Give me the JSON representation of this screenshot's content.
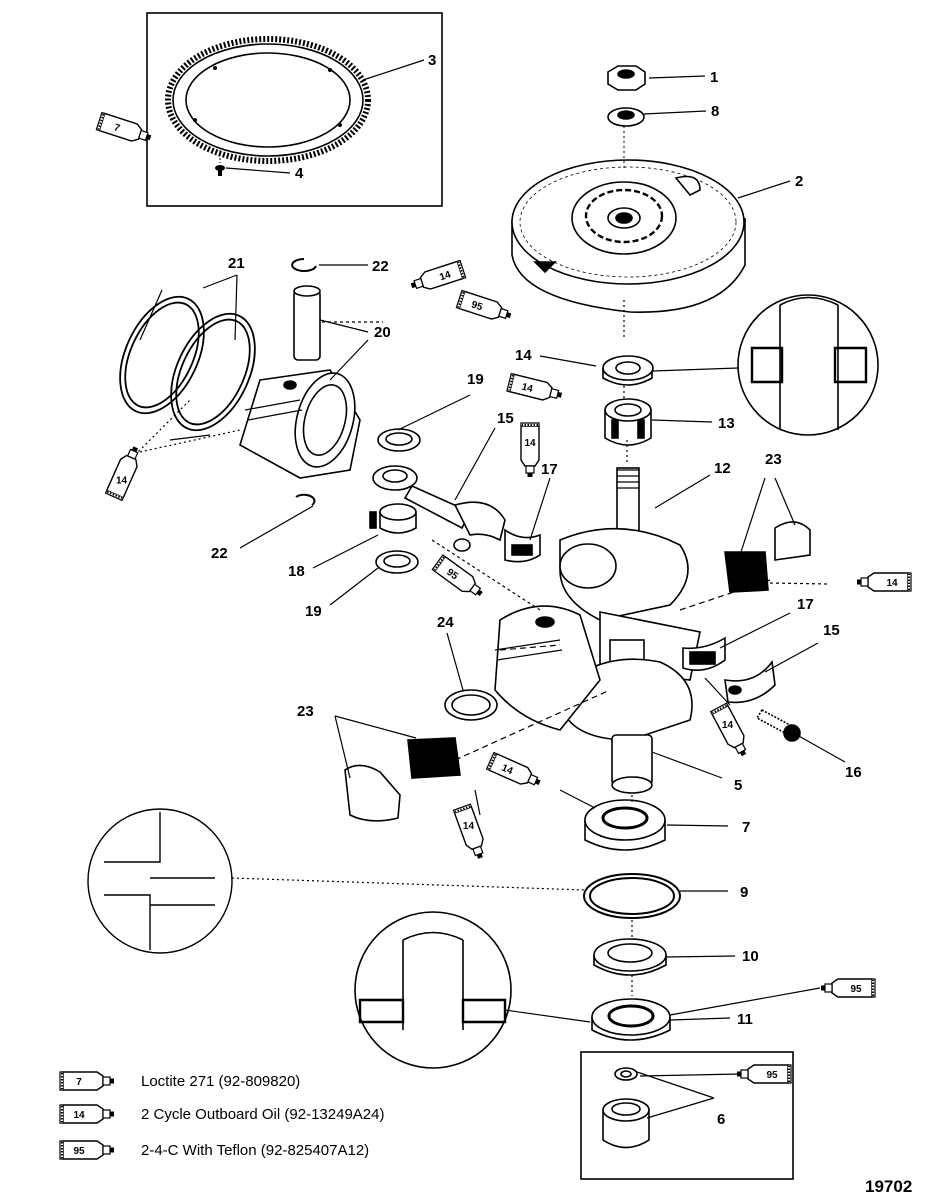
{
  "callouts": {
    "n1": "1",
    "n2": "2",
    "n3": "3",
    "n4": "4",
    "n5": "5",
    "n6": "6",
    "n7": "7",
    "n8": "8",
    "n9": "9",
    "n10": "10",
    "n11": "11",
    "n12": "12",
    "n13": "13",
    "n14": "14",
    "n15a": "15",
    "n15b": "15",
    "n16": "16",
    "n17a": "17",
    "n17b": "17",
    "n18": "18",
    "n19a": "19",
    "n19b": "19",
    "n20": "20",
    "n21": "21",
    "n22a": "22",
    "n22b": "22",
    "n23a": "23",
    "n23b": "23",
    "n24": "24"
  },
  "tubes": {
    "t_loctite_top": "7",
    "t_oil_pin": "14",
    "t_teflon_flywheel": "95",
    "t_oil_bearing13": "14",
    "t_oil_rod": "14",
    "t_oil_piston": "14",
    "t_teflon_rod": "95",
    "t_oil_crank_right": "14",
    "t_oil_bolt": "14",
    "t_oil_lower_left": "14",
    "t_oil_bearing7": "14",
    "t_teflon_seal": "95",
    "t_teflon_bushing": "95"
  },
  "legend": [
    {
      "code": "7",
      "text": "Loctite 271 (92-809820)"
    },
    {
      "code": "14",
      "text": "2 Cycle Outboard Oil (92-13249A24)"
    },
    {
      "code": "95",
      "text": "2-4-C  With Teflon (92-825407A12)"
    }
  ],
  "figure_number": "19702"
}
